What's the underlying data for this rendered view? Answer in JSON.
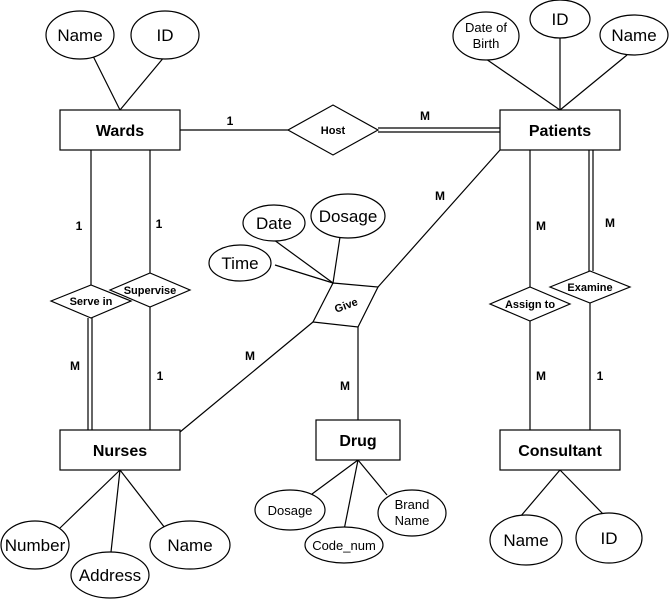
{
  "entities": {
    "wards": "Wards",
    "patients": "Patients",
    "nurses": "Nurses",
    "drug": "Drug",
    "consultant": "Consultant"
  },
  "relationships": {
    "host": "Host",
    "give": "Give",
    "serve_in": "Serve in",
    "supervise": "Supervise",
    "assign_to": "Assign to",
    "examine": "Examine"
  },
  "attributes": {
    "wards_name": "Name",
    "wards_id": "ID",
    "patients_dob_line1": "Date of",
    "patients_dob_line2": "Birth",
    "patients_id": "ID",
    "patients_name": "Name",
    "give_date": "Date",
    "give_dosage": "Dosage",
    "give_time": "Time",
    "nurses_number": "Number",
    "nurses_address": "Address",
    "nurses_name": "Name",
    "drug_dosage": "Dosage",
    "drug_code_num": "Code_num",
    "drug_brand_line1": "Brand",
    "drug_brand_line2": "Name",
    "consultant_name": "Name",
    "consultant_id": "ID"
  },
  "cardinalities": {
    "wards_host": "1",
    "host_patients": "M",
    "patients_give": "M",
    "wards_serve": "1",
    "wards_supervise": "1",
    "serve_nurses": "M",
    "supervise_nurses": "1",
    "give_nurses": "M",
    "give_drug": "M",
    "patients_assign": "M",
    "patients_examine": "M",
    "assign_consultant": "M",
    "examine_consultant": "1"
  }
}
